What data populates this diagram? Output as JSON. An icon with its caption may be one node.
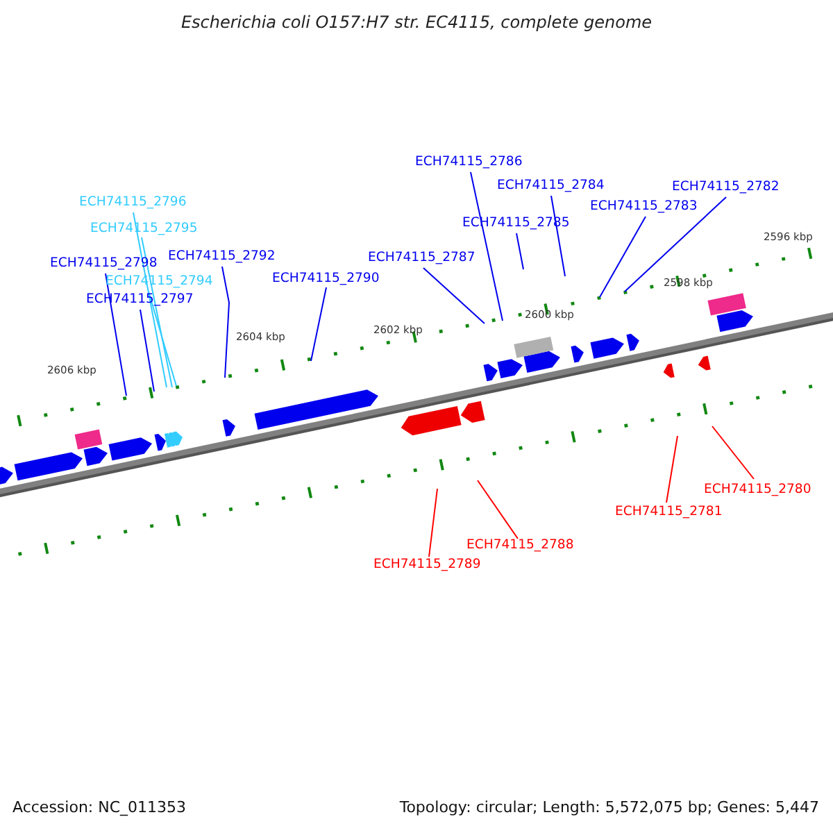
{
  "diagram": {
    "title": "Escherichia coli O157:H7 str. EC4115, complete genome",
    "nodes": [
      {
        "text": [
          "ECH74115_2786"
        ]
      },
      {
        "text": [
          "ECH74115_2784"
        ]
      },
      {
        "text": [
          "ECH74115_2782"
        ]
      },
      {
        "text": [
          "ECH74115_2796"
        ]
      },
      {
        "text": [
          "ECH74115_2783"
        ]
      },
      {
        "text": [
          "ECH74115_2785"
        ]
      },
      {
        "text": [
          "ECH74115_2795"
        ]
      },
      {
        "text": [
          "ECH74115_2792"
        ]
      },
      {
        "text": [
          "ECH74115_2787"
        ]
      },
      {
        "text": [
          "ECH74115_2798"
        ]
      },
      {
        "text": [
          "ECH74115_2790"
        ]
      },
      {
        "text": [
          "ECH74115_2794"
        ]
      },
      {
        "text": [
          "ECH74115_2797"
        ]
      },
      {
        "text": [
          "ECH74115_2780"
        ]
      },
      {
        "text": [
          "ECH74115_2781"
        ]
      },
      {
        "text": [
          "ECH74115_2788"
        ]
      },
      {
        "text": [
          "ECH74115_2789"
        ]
      }
    ],
    "edges": [
      {
        "from": 0,
        "to": null,
        "arrow": "none"
      },
      {
        "from": 1,
        "to": null,
        "arrow": "none"
      },
      {
        "from": 2,
        "to": null,
        "arrow": "none"
      },
      {
        "from": 3,
        "to": null,
        "arrow": "none",
        "color": "#33ccff"
      },
      {
        "from": 4,
        "to": null,
        "arrow": "none"
      },
      {
        "from": 5,
        "to": null,
        "arrow": "none"
      },
      {
        "from": 6,
        "to": null,
        "arrow": "none",
        "color": "#33ccff"
      },
      {
        "from": 7,
        "to": null,
        "arrow": "none"
      },
      {
        "from": 8,
        "to": null,
        "arrow": "none"
      },
      {
        "from": 9,
        "to": null,
        "arrow": "none"
      },
      {
        "from": 10,
        "to": null,
        "arrow": "none"
      },
      {
        "from": 11,
        "to": null,
        "arrow": "none",
        "color": "#33ccff"
      },
      {
        "from": 12,
        "to": null,
        "arrow": "none"
      },
      {
        "from": 13,
        "to": null,
        "arrow": "none",
        "color": "#ff0000"
      },
      {
        "from": 14,
        "to": null,
        "arrow": "none",
        "color": "#ff0000"
      },
      {
        "from": 15,
        "to": null,
        "arrow": "none",
        "color": "#ff0000"
      },
      {
        "from": 16,
        "to": null,
        "arrow": "none",
        "color": "#ff0000"
      }
    ],
    "labels": [
      "2596 kbp",
      "2598 kbp",
      "2600 kbp",
      "2602 kbp",
      "2604 kbp",
      "2606 kbp",
      "Accession: NC_011353",
      "Topology: circular; Length: 5,572,075 bp; Genes: 5,447"
    ]
  }
}
